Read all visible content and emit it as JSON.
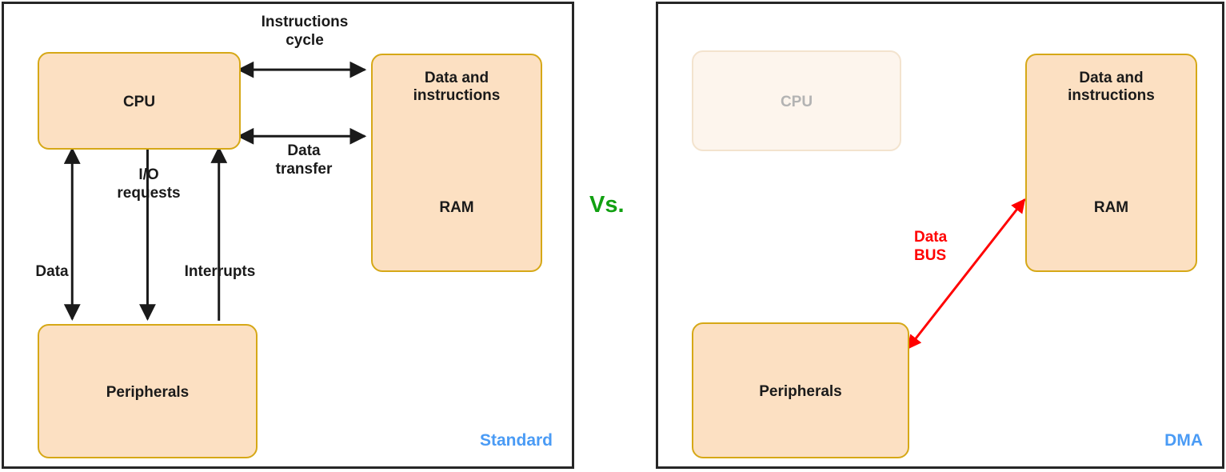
{
  "figure": {
    "title_vs": "Vs.",
    "accent_blue": "#4A9BF5",
    "accent_green": "#11A011",
    "accent_red": "#FF0000",
    "node_fill": "#FCE0C2",
    "node_border": "#D6A817",
    "node_fill_faded": "#FDF5ED",
    "node_text_faded": "#B3B3B3"
  },
  "panels": [
    {
      "id": "standard",
      "corner_tag": "Standard",
      "nodes": [
        {
          "key": "cpu",
          "label": "CPU",
          "faded": false
        },
        {
          "key": "ram",
          "label": "Data and\ninstructions",
          "label2": "RAM",
          "faded": false
        },
        {
          "key": "peripherals",
          "label": "Peripherals",
          "faded": false
        }
      ],
      "edges": [
        {
          "key": "instructions-cycle",
          "label": "Instructions\ncycle",
          "style": "black",
          "heads": "both"
        },
        {
          "key": "data-transfer",
          "label": "Data\ntransfer",
          "style": "black",
          "heads": "both"
        },
        {
          "key": "data",
          "label": "Data",
          "style": "black",
          "heads": "both"
        },
        {
          "key": "io-requests",
          "label": "I/O\nrequests",
          "style": "black",
          "heads": "down"
        },
        {
          "key": "interrupts",
          "label": "Interrupts",
          "style": "black",
          "heads": "up"
        }
      ]
    },
    {
      "id": "dma",
      "corner_tag": "DMA",
      "nodes": [
        {
          "key": "cpu",
          "label": "CPU",
          "faded": true
        },
        {
          "key": "ram",
          "label": "Data and\ninstructions",
          "label2": "RAM",
          "faded": false
        },
        {
          "key": "peripherals",
          "label": "Peripherals",
          "faded": false
        }
      ],
      "edges": [
        {
          "key": "data-bus",
          "label": "Data\nBUS",
          "style": "red",
          "heads": "both"
        }
      ]
    }
  ]
}
